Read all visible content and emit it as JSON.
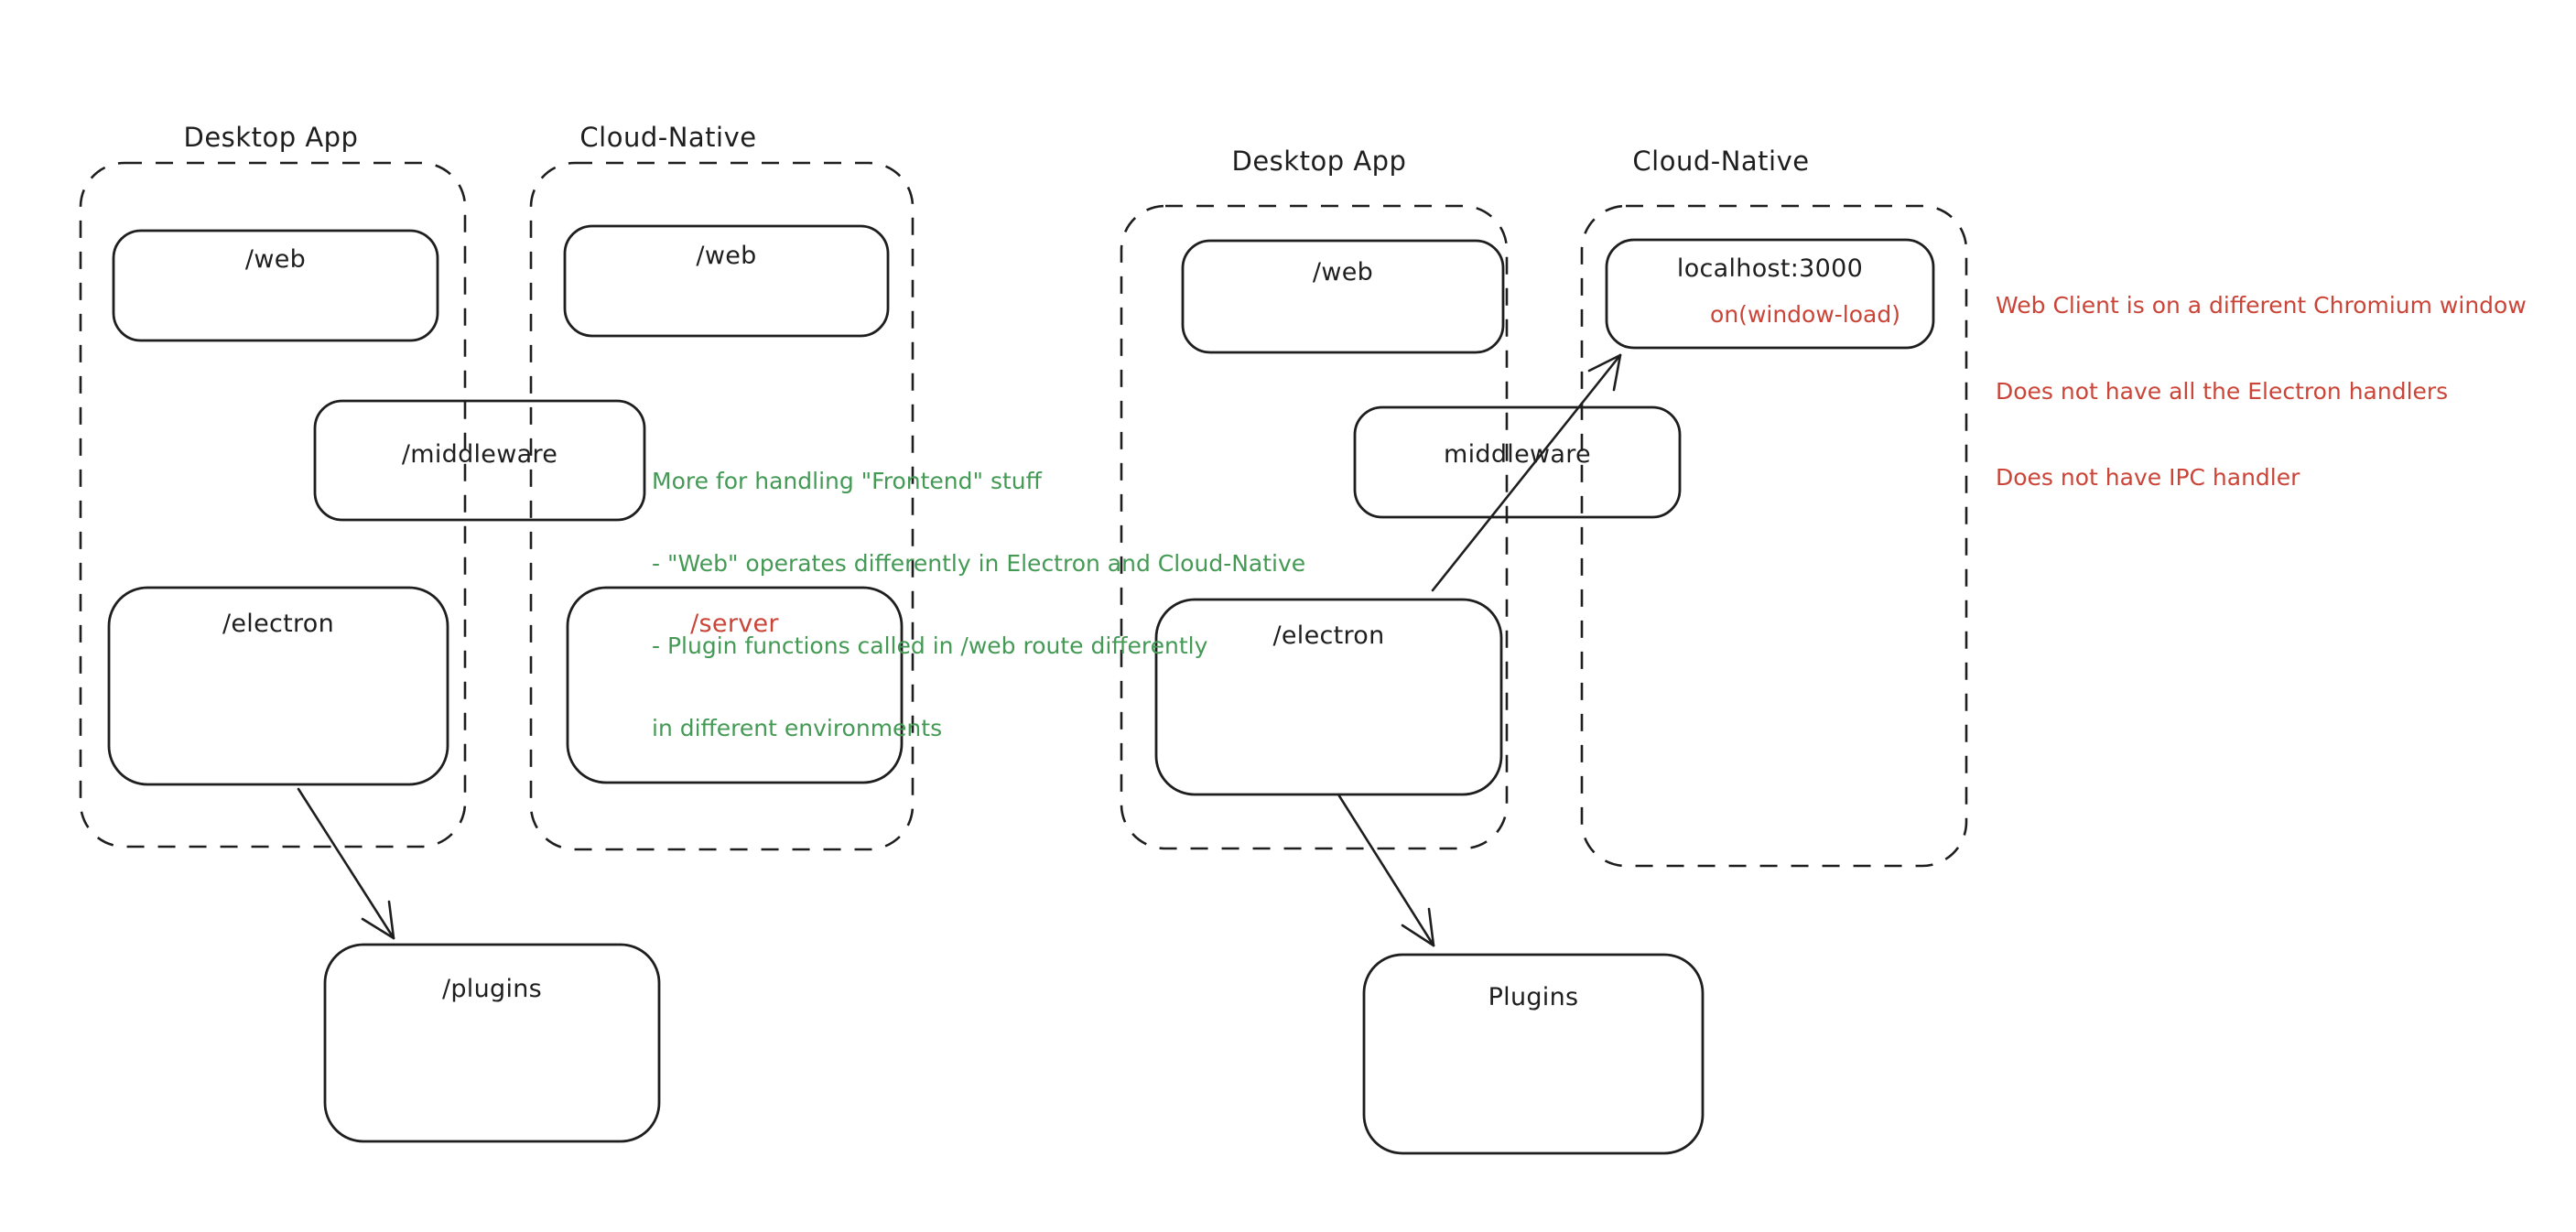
{
  "colors": {
    "background": "#ffffff",
    "stroke": "#1e1e1e",
    "annotation_green": "#449a55",
    "annotation_red": "#cb4438"
  },
  "left_diagram": {
    "desktop": {
      "title": "Desktop App",
      "web_label": "/web",
      "electron_label": "/electron"
    },
    "cloud": {
      "title": "Cloud-Native",
      "web_label": "/web",
      "server_label": "/server"
    },
    "middleware_label": "/middleware",
    "plugins_label": "/plugins",
    "green_note": {
      "lines": [
        "More for handling \"Frontend\" stuff",
        "- \"Web\" operates differently in Electron and Cloud-Native",
        "- Plugin functions called in /web route differently",
        "in different environments"
      ]
    }
  },
  "right_diagram": {
    "desktop": {
      "title": "Desktop App",
      "web_label": "/web",
      "electron_label": "/electron"
    },
    "cloud": {
      "title": "Cloud-Native",
      "localhost_label": "localhost:3000",
      "window_load_label": "on(window-load)"
    },
    "middleware_label": "middleware",
    "plugins_label": "Plugins",
    "red_note": {
      "lines": [
        "Web Client is on a different Chromium window",
        "Does not have all the Electron handlers",
        "Does not have IPC handler"
      ]
    }
  }
}
